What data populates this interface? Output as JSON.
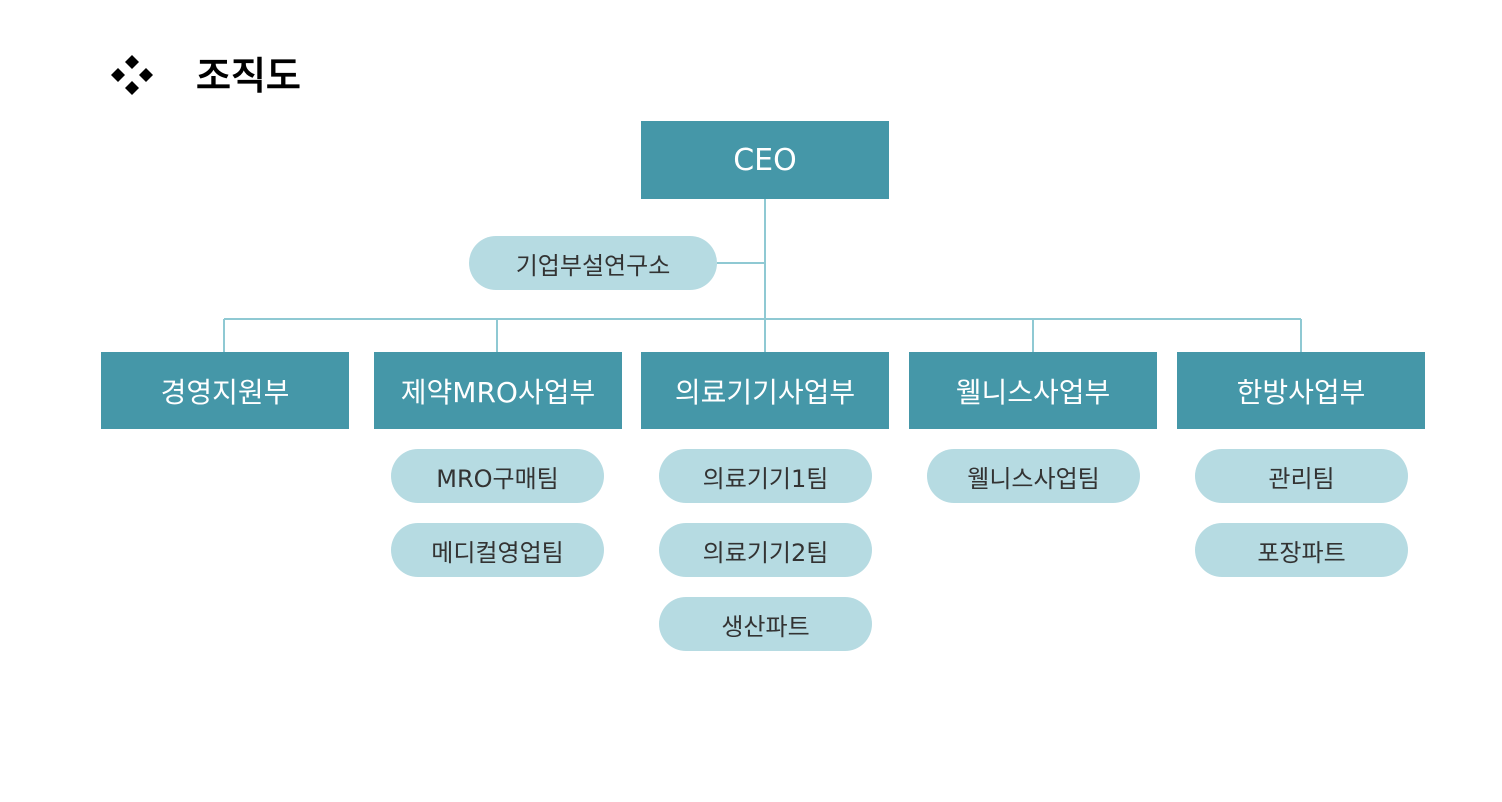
{
  "colors": {
    "box": "#4597a8",
    "pill": "#b6dbe2",
    "line": "#8fc9d3",
    "box_text": "#ffffff",
    "pill_text": "#333333"
  },
  "title": {
    "icon": "four-diamonds-icon",
    "text": "조직도"
  },
  "ceo": {
    "label": "CEO"
  },
  "lab": {
    "label": "기업부설연구소"
  },
  "departments": [
    {
      "label": "경영지원부",
      "teams": []
    },
    {
      "label": "제약MRO사업부",
      "teams": [
        "MRO구매팀",
        "메디컬영업팀"
      ]
    },
    {
      "label": "의료기기사업부",
      "teams": [
        "의료기기1팀",
        "의료기기2팀",
        "생산파트"
      ]
    },
    {
      "label": "웰니스사업부",
      "teams": [
        "웰니스사업팀"
      ]
    },
    {
      "label": "한방사업부",
      "teams": [
        "관리팀",
        "포장파트"
      ]
    }
  ]
}
